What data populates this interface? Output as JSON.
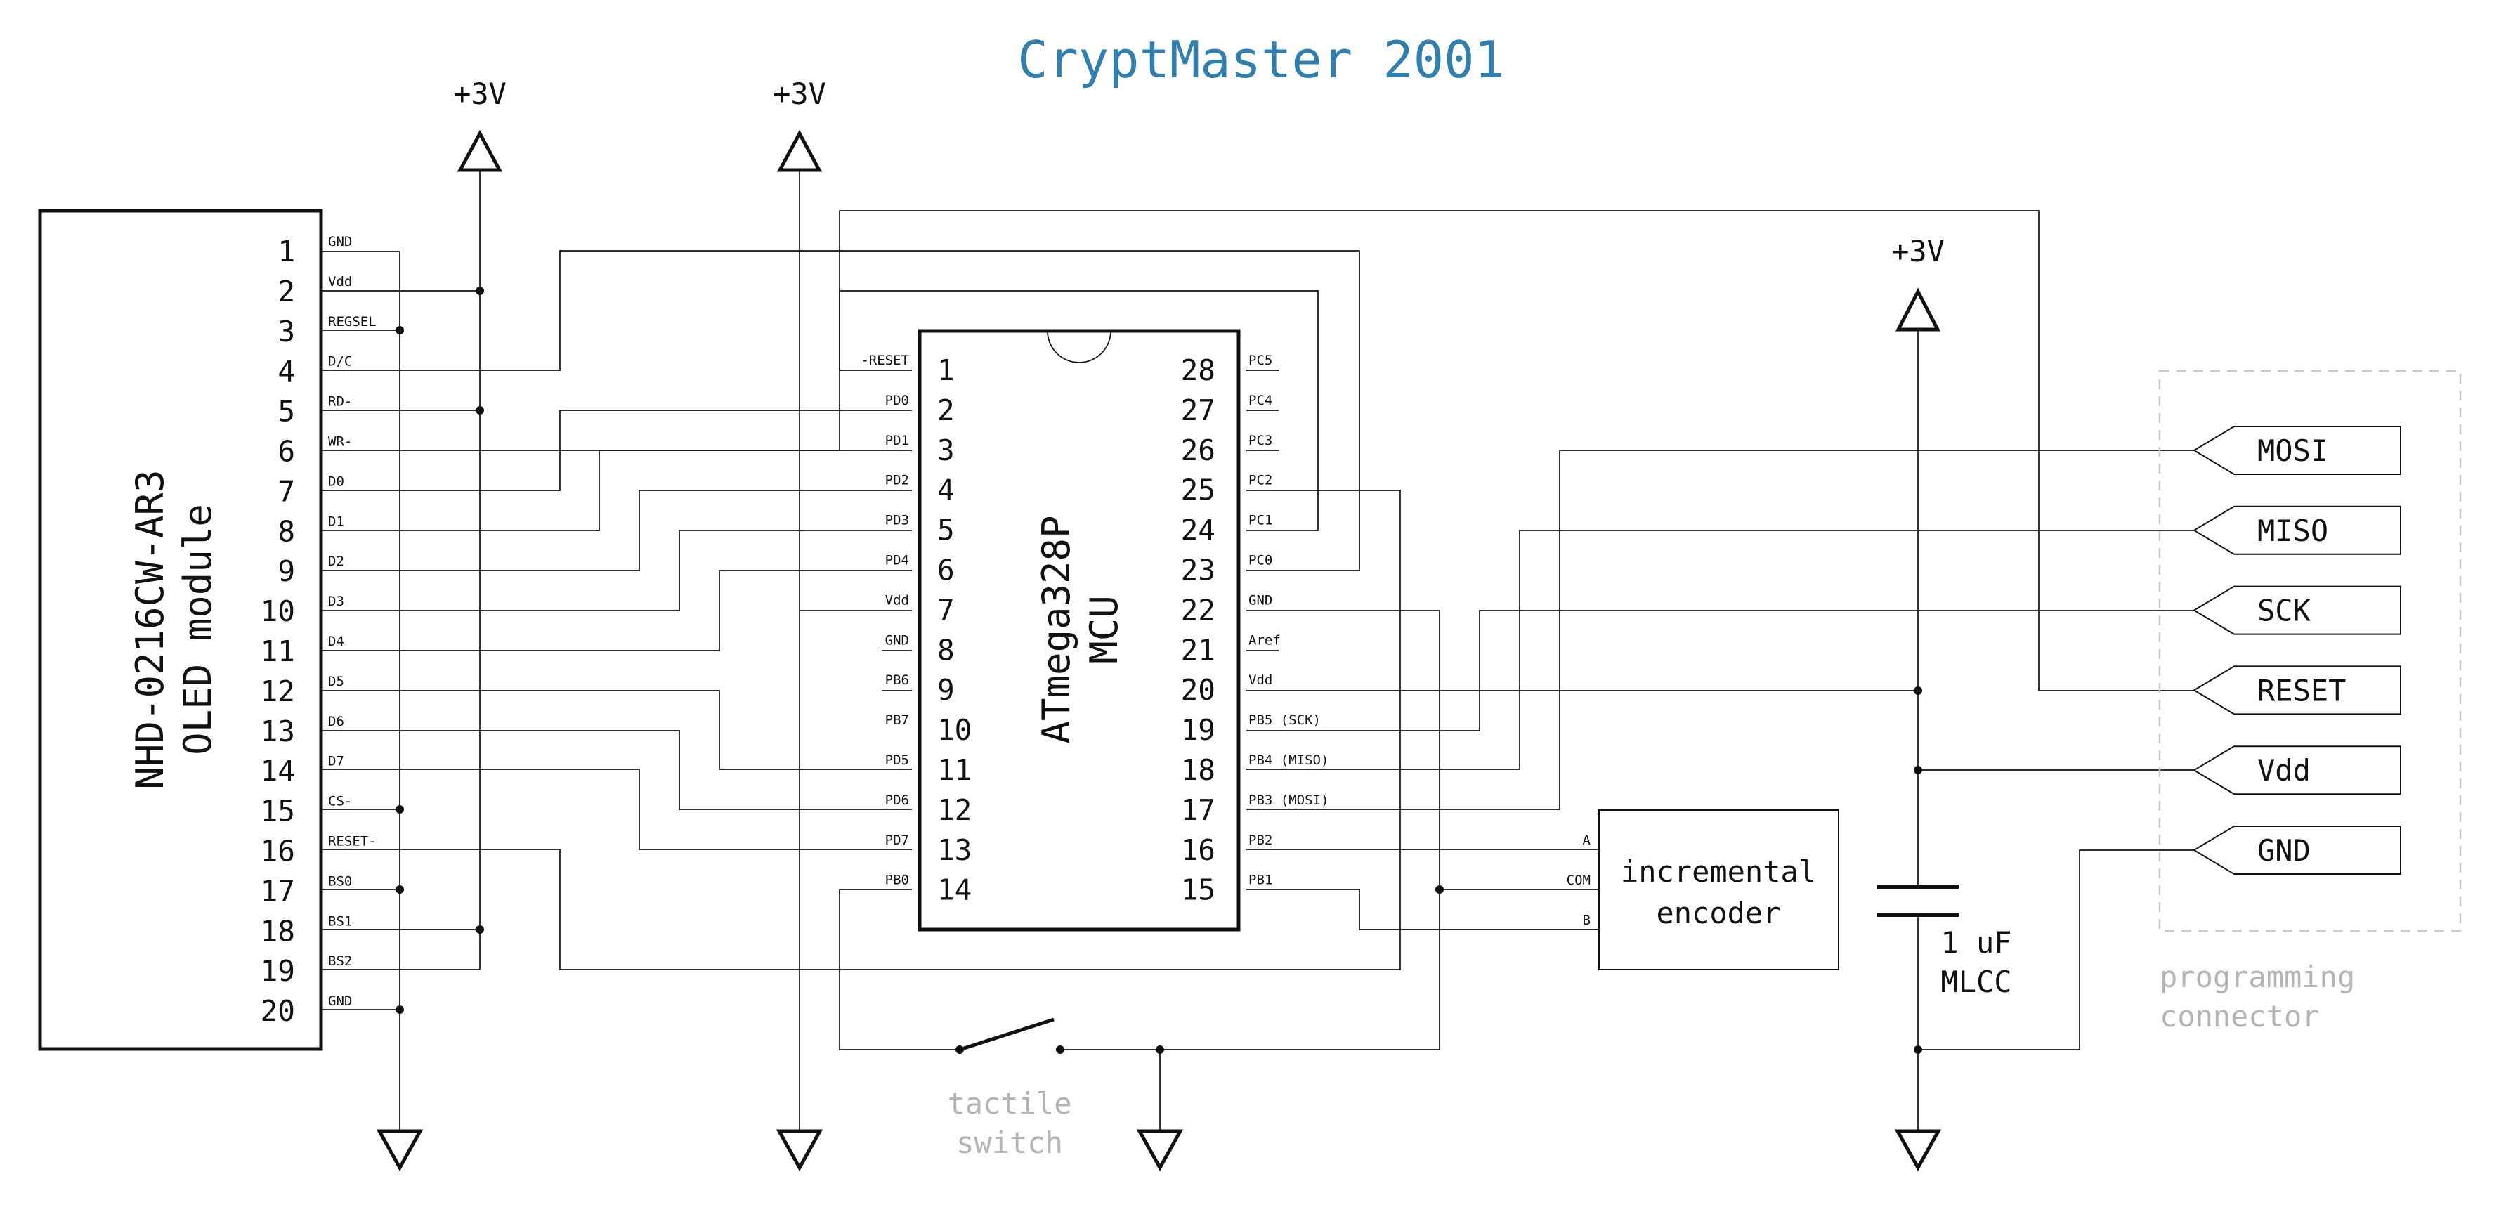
{
  "title": "CryptMaster 2001",
  "power_label": "+3V",
  "oled": {
    "line1": "NHD-0216CW-AR3",
    "line2": "OLED module",
    "pins": [
      {
        "num": "1",
        "sig": "GND"
      },
      {
        "num": "2",
        "sig": "Vdd"
      },
      {
        "num": "3",
        "sig": "REGSEL"
      },
      {
        "num": "4",
        "sig": "D/C"
      },
      {
        "num": "5",
        "sig": "RD-"
      },
      {
        "num": "6",
        "sig": "WR-"
      },
      {
        "num": "7",
        "sig": "D0"
      },
      {
        "num": "8",
        "sig": "D1"
      },
      {
        "num": "9",
        "sig": "D2"
      },
      {
        "num": "10",
        "sig": "D3"
      },
      {
        "num": "11",
        "sig": "D4"
      },
      {
        "num": "12",
        "sig": "D5"
      },
      {
        "num": "13",
        "sig": "D6"
      },
      {
        "num": "14",
        "sig": "D7"
      },
      {
        "num": "15",
        "sig": "CS-"
      },
      {
        "num": "16",
        "sig": "RESET-"
      },
      {
        "num": "17",
        "sig": "BS0"
      },
      {
        "num": "18",
        "sig": "BS1"
      },
      {
        "num": "19",
        "sig": "BS2"
      },
      {
        "num": "20",
        "sig": "GND"
      }
    ]
  },
  "mcu": {
    "line1": "ATmega328P",
    "line2": "MCU",
    "left_pins": [
      {
        "num": "1",
        "sig": "-RESET"
      },
      {
        "num": "2",
        "sig": "PD0"
      },
      {
        "num": "3",
        "sig": "PD1"
      },
      {
        "num": "4",
        "sig": "PD2"
      },
      {
        "num": "5",
        "sig": "PD3"
      },
      {
        "num": "6",
        "sig": "PD4"
      },
      {
        "num": "7",
        "sig": "Vdd"
      },
      {
        "num": "8",
        "sig": "GND"
      },
      {
        "num": "9",
        "sig": "PB6"
      },
      {
        "num": "10",
        "sig": "PB7"
      },
      {
        "num": "11",
        "sig": "PD5"
      },
      {
        "num": "12",
        "sig": "PD6"
      },
      {
        "num": "13",
        "sig": "PD7"
      },
      {
        "num": "14",
        "sig": "PB0"
      }
    ],
    "right_pins": [
      {
        "num": "28",
        "sig": "PC5"
      },
      {
        "num": "27",
        "sig": "PC4"
      },
      {
        "num": "26",
        "sig": "PC3"
      },
      {
        "num": "25",
        "sig": "PC2"
      },
      {
        "num": "24",
        "sig": "PC1"
      },
      {
        "num": "23",
        "sig": "PC0"
      },
      {
        "num": "22",
        "sig": "GND"
      },
      {
        "num": "21",
        "sig": "Aref"
      },
      {
        "num": "20",
        "sig": "Vdd"
      },
      {
        "num": "19",
        "sig": "PB5 (SCK)"
      },
      {
        "num": "18",
        "sig": "PB4 (MISO)"
      },
      {
        "num": "17",
        "sig": "PB3 (MOSI)"
      },
      {
        "num": "16",
        "sig": "PB2"
      },
      {
        "num": "15",
        "sig": "PB1"
      }
    ]
  },
  "encoder": {
    "line1": "incremental",
    "line2": "encoder",
    "pins": [
      "A",
      "COM",
      "B"
    ]
  },
  "capacitor": {
    "line1": "1 uF",
    "line2": "MLCC"
  },
  "switch": {
    "line1": "tactile",
    "line2": "switch"
  },
  "connector": {
    "line1": "programming",
    "line2": "connector",
    "pins": [
      "MOSI",
      "MISO",
      "SCK",
      "RESET",
      "Vdd",
      "GND"
    ]
  },
  "colors": {
    "title": "#2f7fb0",
    "annotation": "#b4b4b4",
    "line": "#111111"
  }
}
